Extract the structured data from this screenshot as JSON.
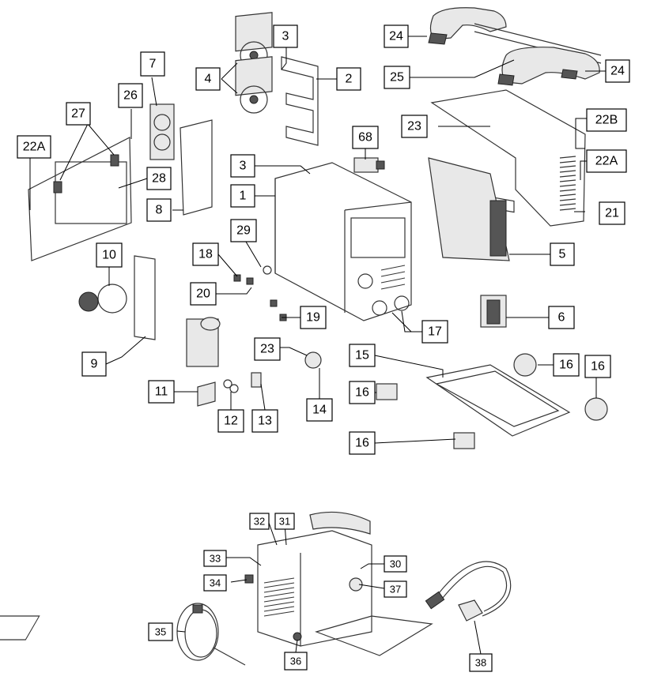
{
  "callouts": [
    {
      "id": "c3a",
      "label": "3"
    },
    {
      "id": "c2",
      "label": "2"
    },
    {
      "id": "c4",
      "label": "4"
    },
    {
      "id": "c7",
      "label": "7"
    },
    {
      "id": "c24a",
      "label": "24"
    },
    {
      "id": "c24b",
      "label": "24"
    },
    {
      "id": "c25",
      "label": "25"
    },
    {
      "id": "c26",
      "label": "26"
    },
    {
      "id": "c27",
      "label": "27"
    },
    {
      "id": "c22a1",
      "label": "22A"
    },
    {
      "id": "c28",
      "label": "28"
    },
    {
      "id": "c8",
      "label": "8"
    },
    {
      "id": "c68",
      "label": "68"
    },
    {
      "id": "c23a",
      "label": "23"
    },
    {
      "id": "c22b",
      "label": "22B"
    },
    {
      "id": "c22a2",
      "label": "22A"
    },
    {
      "id": "c3b",
      "label": "3"
    },
    {
      "id": "c1",
      "label": "1"
    },
    {
      "id": "c21",
      "label": "21"
    },
    {
      "id": "c29",
      "label": "29"
    },
    {
      "id": "c18",
      "label": "18"
    },
    {
      "id": "c10",
      "label": "10"
    },
    {
      "id": "c5",
      "label": "5"
    },
    {
      "id": "c20",
      "label": "20"
    },
    {
      "id": "c19",
      "label": "19"
    },
    {
      "id": "c6",
      "label": "6"
    },
    {
      "id": "c17",
      "label": "17"
    },
    {
      "id": "c9",
      "label": "9"
    },
    {
      "id": "c23b",
      "label": "23"
    },
    {
      "id": "c15",
      "label": "15"
    },
    {
      "id": "c16a",
      "label": "16"
    },
    {
      "id": "c16b",
      "label": "16"
    },
    {
      "id": "c16c",
      "label": "16"
    },
    {
      "id": "c11",
      "label": "11"
    },
    {
      "id": "c12",
      "label": "12"
    },
    {
      "id": "c13",
      "label": "13"
    },
    {
      "id": "c14",
      "label": "14"
    },
    {
      "id": "c16d",
      "label": "16"
    },
    {
      "id": "c32",
      "label": "32"
    },
    {
      "id": "c31",
      "label": "31"
    },
    {
      "id": "c33",
      "label": "33"
    },
    {
      "id": "c30",
      "label": "30"
    },
    {
      "id": "c34",
      "label": "34"
    },
    {
      "id": "c37",
      "label": "37"
    },
    {
      "id": "c35",
      "label": "35"
    },
    {
      "id": "c36",
      "label": "36"
    },
    {
      "id": "c38",
      "label": "38"
    }
  ]
}
